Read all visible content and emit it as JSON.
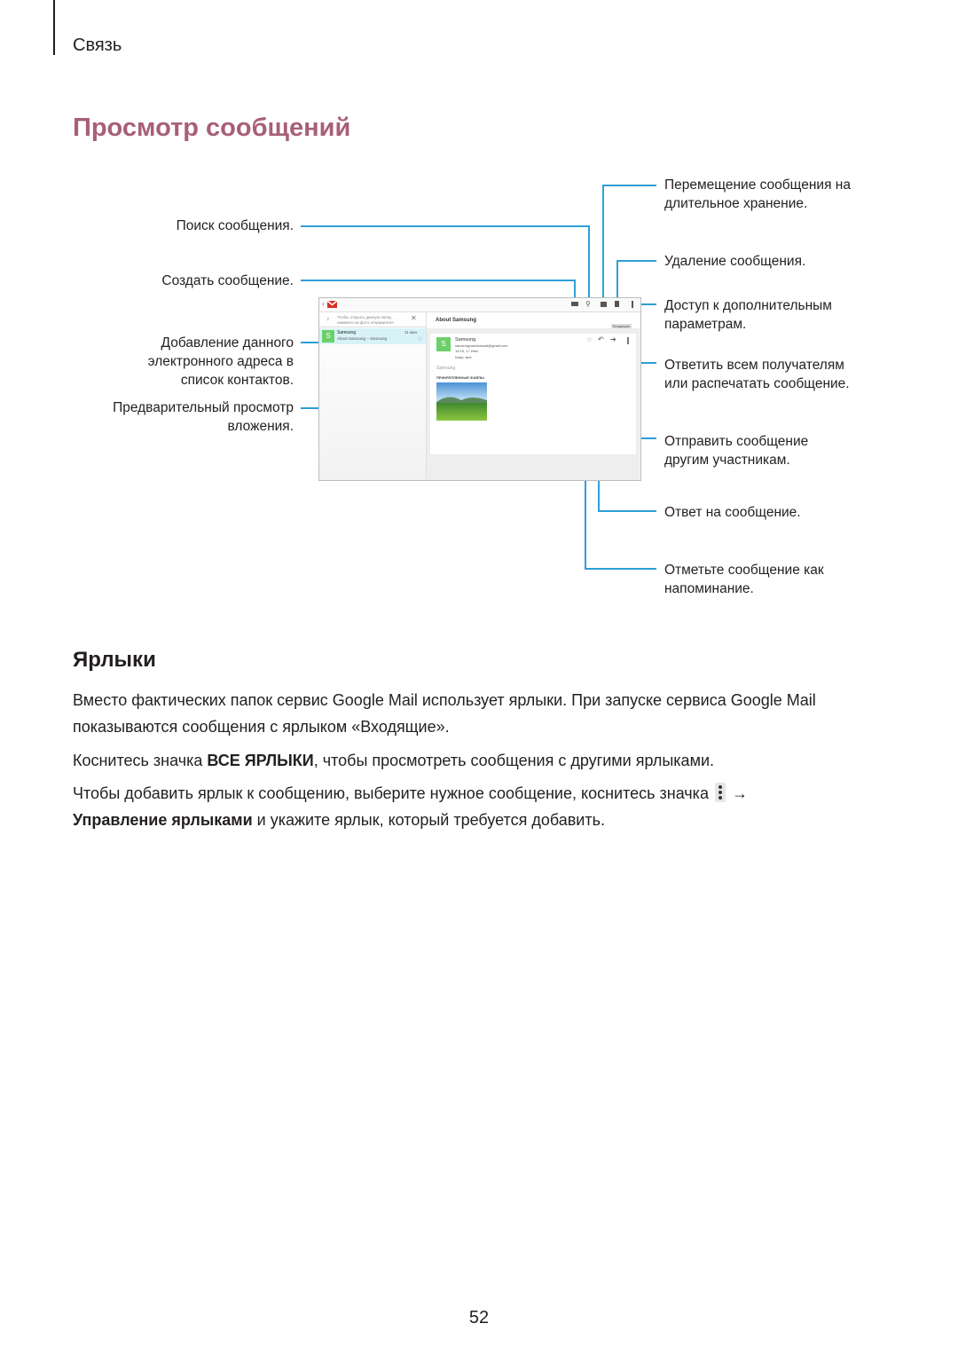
{
  "header": {
    "section": "Связь"
  },
  "title": "Просмотр сообщений",
  "callouts": {
    "search": "Поиск сообщения.",
    "compose": "Создать сообщение.",
    "add_contact": [
      "Добавление данного",
      "электронного адреса в",
      "список контактов."
    ],
    "attachment": [
      "Предварительный просмотр",
      "вложения."
    ],
    "archive": [
      "Перемещение сообщения на",
      "длительное хранение."
    ],
    "delete": "Удаление сообщения.",
    "more": [
      "Доступ к дополнительным",
      "параметрам."
    ],
    "reply_all": [
      "Ответить всем получателям",
      "или распечатать сообщение."
    ],
    "forward": [
      "Отправить сообщение",
      "другим участникам."
    ],
    "reply": "Ответ на сообщение.",
    "star": [
      "Отметьте сообщение как",
      "напоминание."
    ]
  },
  "screenshot": {
    "list_hint": "Чтобы открыть данную папку, нажмите на фото отправителя",
    "list_sender": "Samsung",
    "list_subject": "About Samsung – Samsung",
    "list_time": "11 мин",
    "subject": "About Samsung",
    "label_chip": "Входящие",
    "sender": "Samsung",
    "sender_email": "samsungusermanual@gmail.com",
    "sender_time": "16:15, 17 Июн",
    "to_line": "Кому: мне",
    "body_text": "Samsung",
    "attachments_heading": "ПРИКРЕПЛЕННЫЕ ФАЙЛЫ",
    "avatar_letter": "S"
  },
  "labels_section": {
    "heading": "Ярлыки",
    "p1": "Вместо фактических папок сервис Google Mail использует ярлыки. При запуске сервиса Google Mail показываются сообщения с ярлыком «Входящие».",
    "p2_pre": "Коснитесь значка ",
    "p2_bold": "ВСЕ ЯРЛЫКИ",
    "p2_post": ", чтобы просмотреть сообщения с другими ярлыками.",
    "p3_pre": "Чтобы добавить ярлык к сообщению, выберите нужное сообщение, коснитесь значка ",
    "p3_arrow": " →",
    "p3_bold": "Управление ярлыками",
    "p3_post": " и укажите ярлык, который требуется добавить."
  },
  "footer": {
    "page_number": "52"
  },
  "colors": {
    "title": "#a75f78",
    "callout_line": "#2e9fd8",
    "avatar": "#6cd06a"
  }
}
